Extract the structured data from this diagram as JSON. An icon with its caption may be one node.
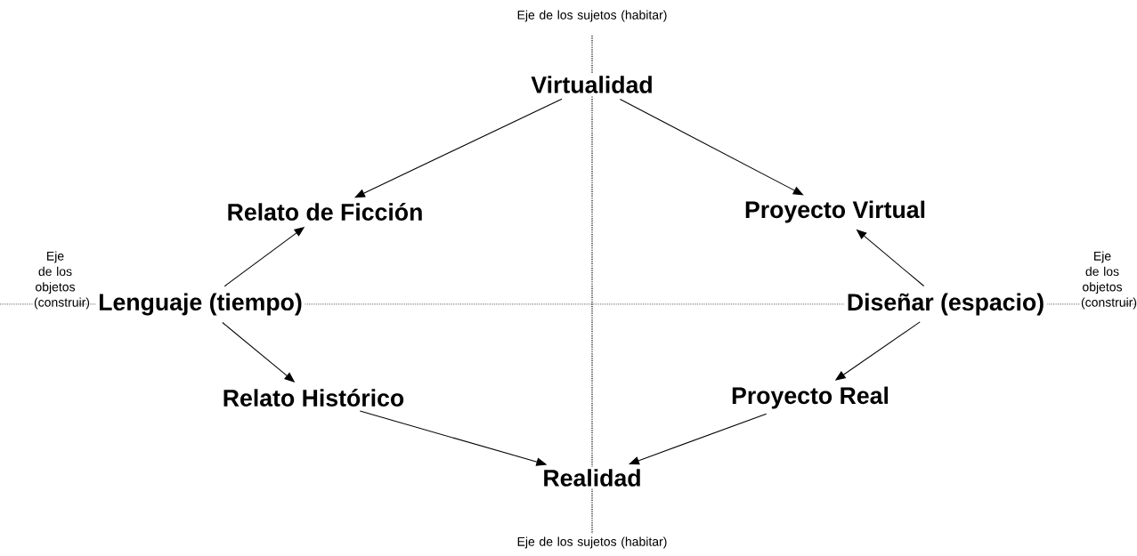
{
  "diagram": {
    "nodes": [
      {
        "text": [
          "Virtualidad"
        ]
      },
      {
        "text": [
          "Relato de Ficción"
        ]
      },
      {
        "text": [
          "Proyecto Virtual"
        ]
      },
      {
        "text": [
          "Lenguaje (tiempo)"
        ]
      },
      {
        "text": [
          "Diseñar (espacio)"
        ]
      },
      {
        "text": [
          "Relato Histórico"
        ]
      },
      {
        "text": [
          "Proyecto Real"
        ]
      },
      {
        "text": [
          "Realidad"
        ]
      }
    ],
    "edges": [
      {
        "from": 0,
        "to": 1,
        "arrow": "to"
      },
      {
        "from": 0,
        "to": 2,
        "arrow": "to"
      },
      {
        "from": 3,
        "to": 1,
        "arrow": "to"
      },
      {
        "from": 3,
        "to": 5,
        "arrow": "to"
      },
      {
        "from": 4,
        "to": 2,
        "arrow": "to"
      },
      {
        "from": 4,
        "to": 6,
        "arrow": "to"
      },
      {
        "from": 5,
        "to": 7,
        "arrow": "to"
      },
      {
        "from": 6,
        "to": 7,
        "arrow": "to"
      }
    ],
    "labels": [
      "Eje de los sujetos (habitar)",
      "Eje de los objetos (construir)",
      "Eje de los objetos (construir)",
      "Eje de los sujetos (habitar)"
    ]
  }
}
